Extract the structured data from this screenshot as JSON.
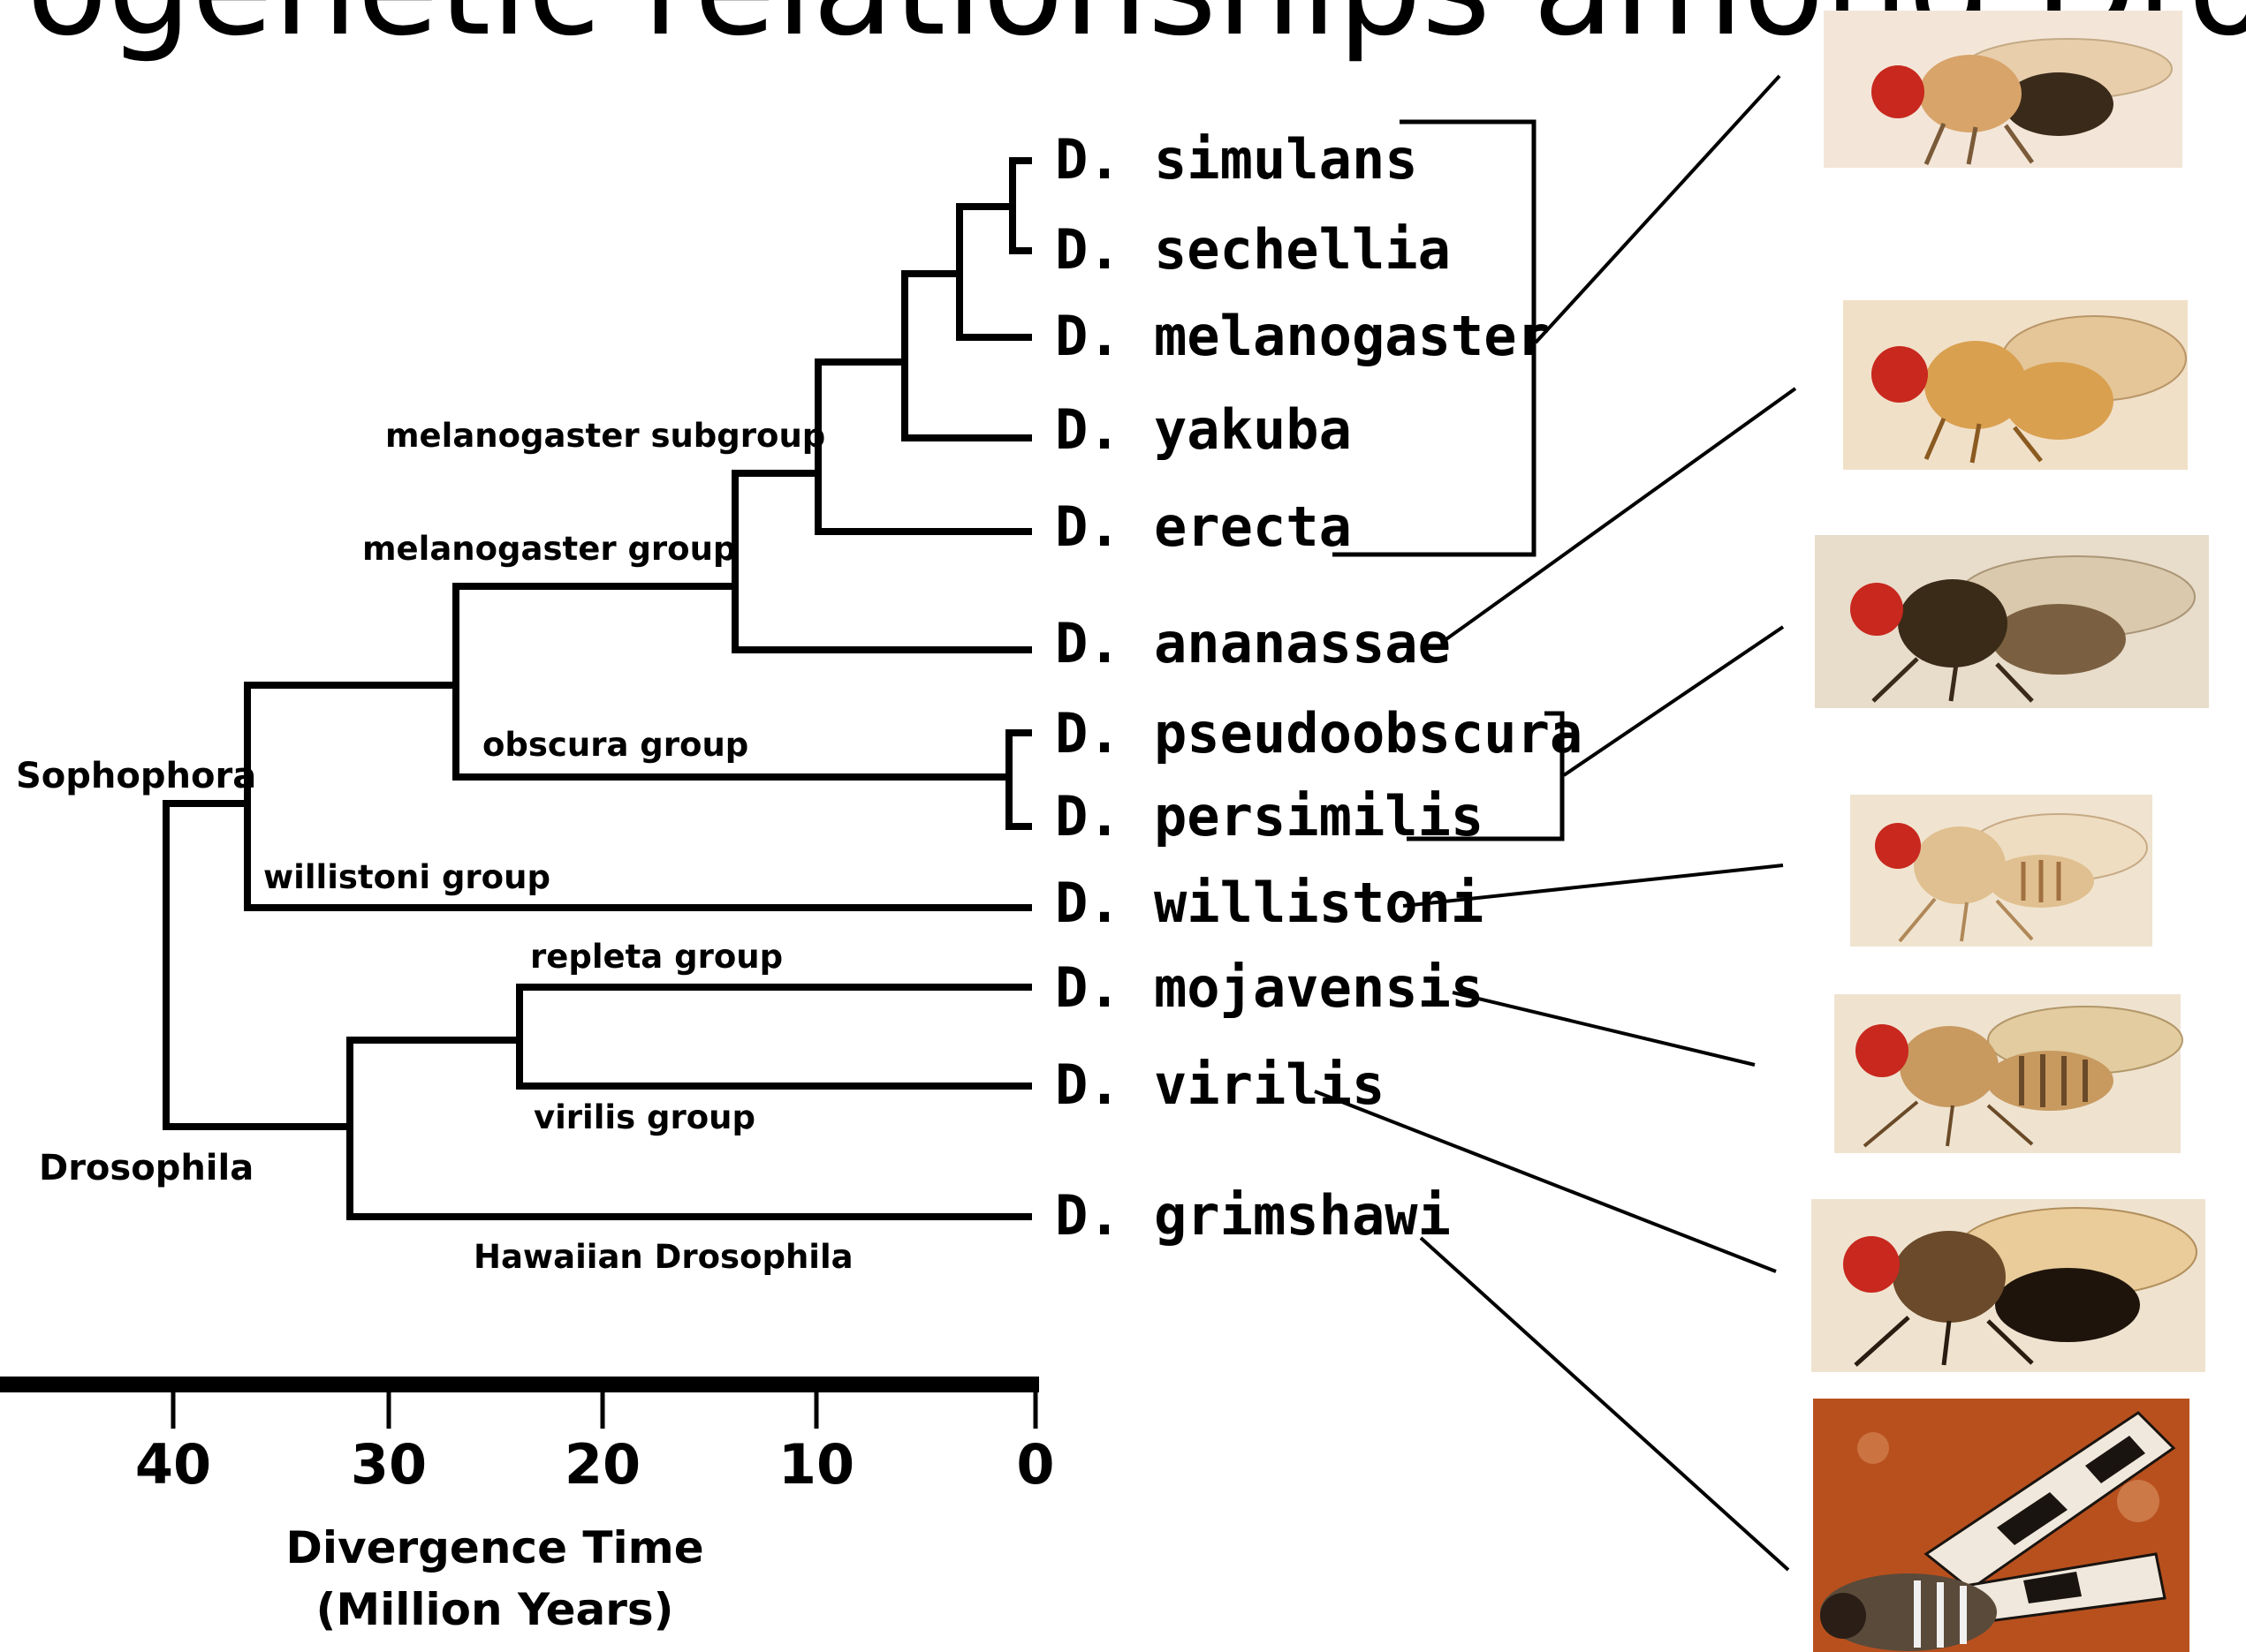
{
  "header": {
    "partial_title": "ogenetic relationships among Drosophila species"
  },
  "species": [
    "D. simulans",
    "D. sechellia",
    "D. melanogaster",
    "D. yakuba",
    "D. erecta",
    "D. ananassae",
    "D. pseudoobscura",
    "D. persimilis",
    "D. willistoni",
    "D. mojavensis",
    "D. virilis",
    "D. grimshawi"
  ],
  "group_labels": {
    "melanogaster_subgroup": "melanogaster subgroup",
    "melanogaster_group": "melanogaster group",
    "obscura_group": "obscura group",
    "willistoni_group": "willistoni group",
    "repleta_group": "repleta group",
    "virilis_group": "virilis group",
    "hawaiian": "Hawaiian Drosophila"
  },
  "clades": {
    "sophophora": "Sophophora",
    "drosophila": "Drosophila"
  },
  "axis": {
    "ticks": [
      "40",
      "30",
      "20",
      "10",
      "0"
    ],
    "title_line1": "Divergence Time",
    "title_line2": "(Million Years)"
  },
  "photos": [
    {
      "species": "D. melanogaster group",
      "body": "#d8a46a",
      "dark": "#3a2a1a",
      "bg": "#f3e6d8"
    },
    {
      "species": "D. ananassae",
      "body": "#d9a050",
      "dark": "#8a5a20",
      "bg": "#f1e0c8"
    },
    {
      "species": "D. pseudoobscura / persimilis",
      "body": "#7a6040",
      "dark": "#3a2a18",
      "bg": "#e8dccb"
    },
    {
      "species": "D. willistoni",
      "body": "#e0c090",
      "dark": "#a07040",
      "bg": "#f0e4d0"
    },
    {
      "species": "D. mojavensis",
      "body": "#c89a60",
      "dark": "#6a4a28",
      "bg": "#efe3d0"
    },
    {
      "species": "D. virilis",
      "body": "#6a4a2a",
      "dark": "#1e140c",
      "bg": "#efe3d0"
    },
    {
      "species": "D. grimshawi",
      "body": "#5a4a3a",
      "dark": "#1a1410",
      "bg": "#b8501e"
    }
  ]
}
